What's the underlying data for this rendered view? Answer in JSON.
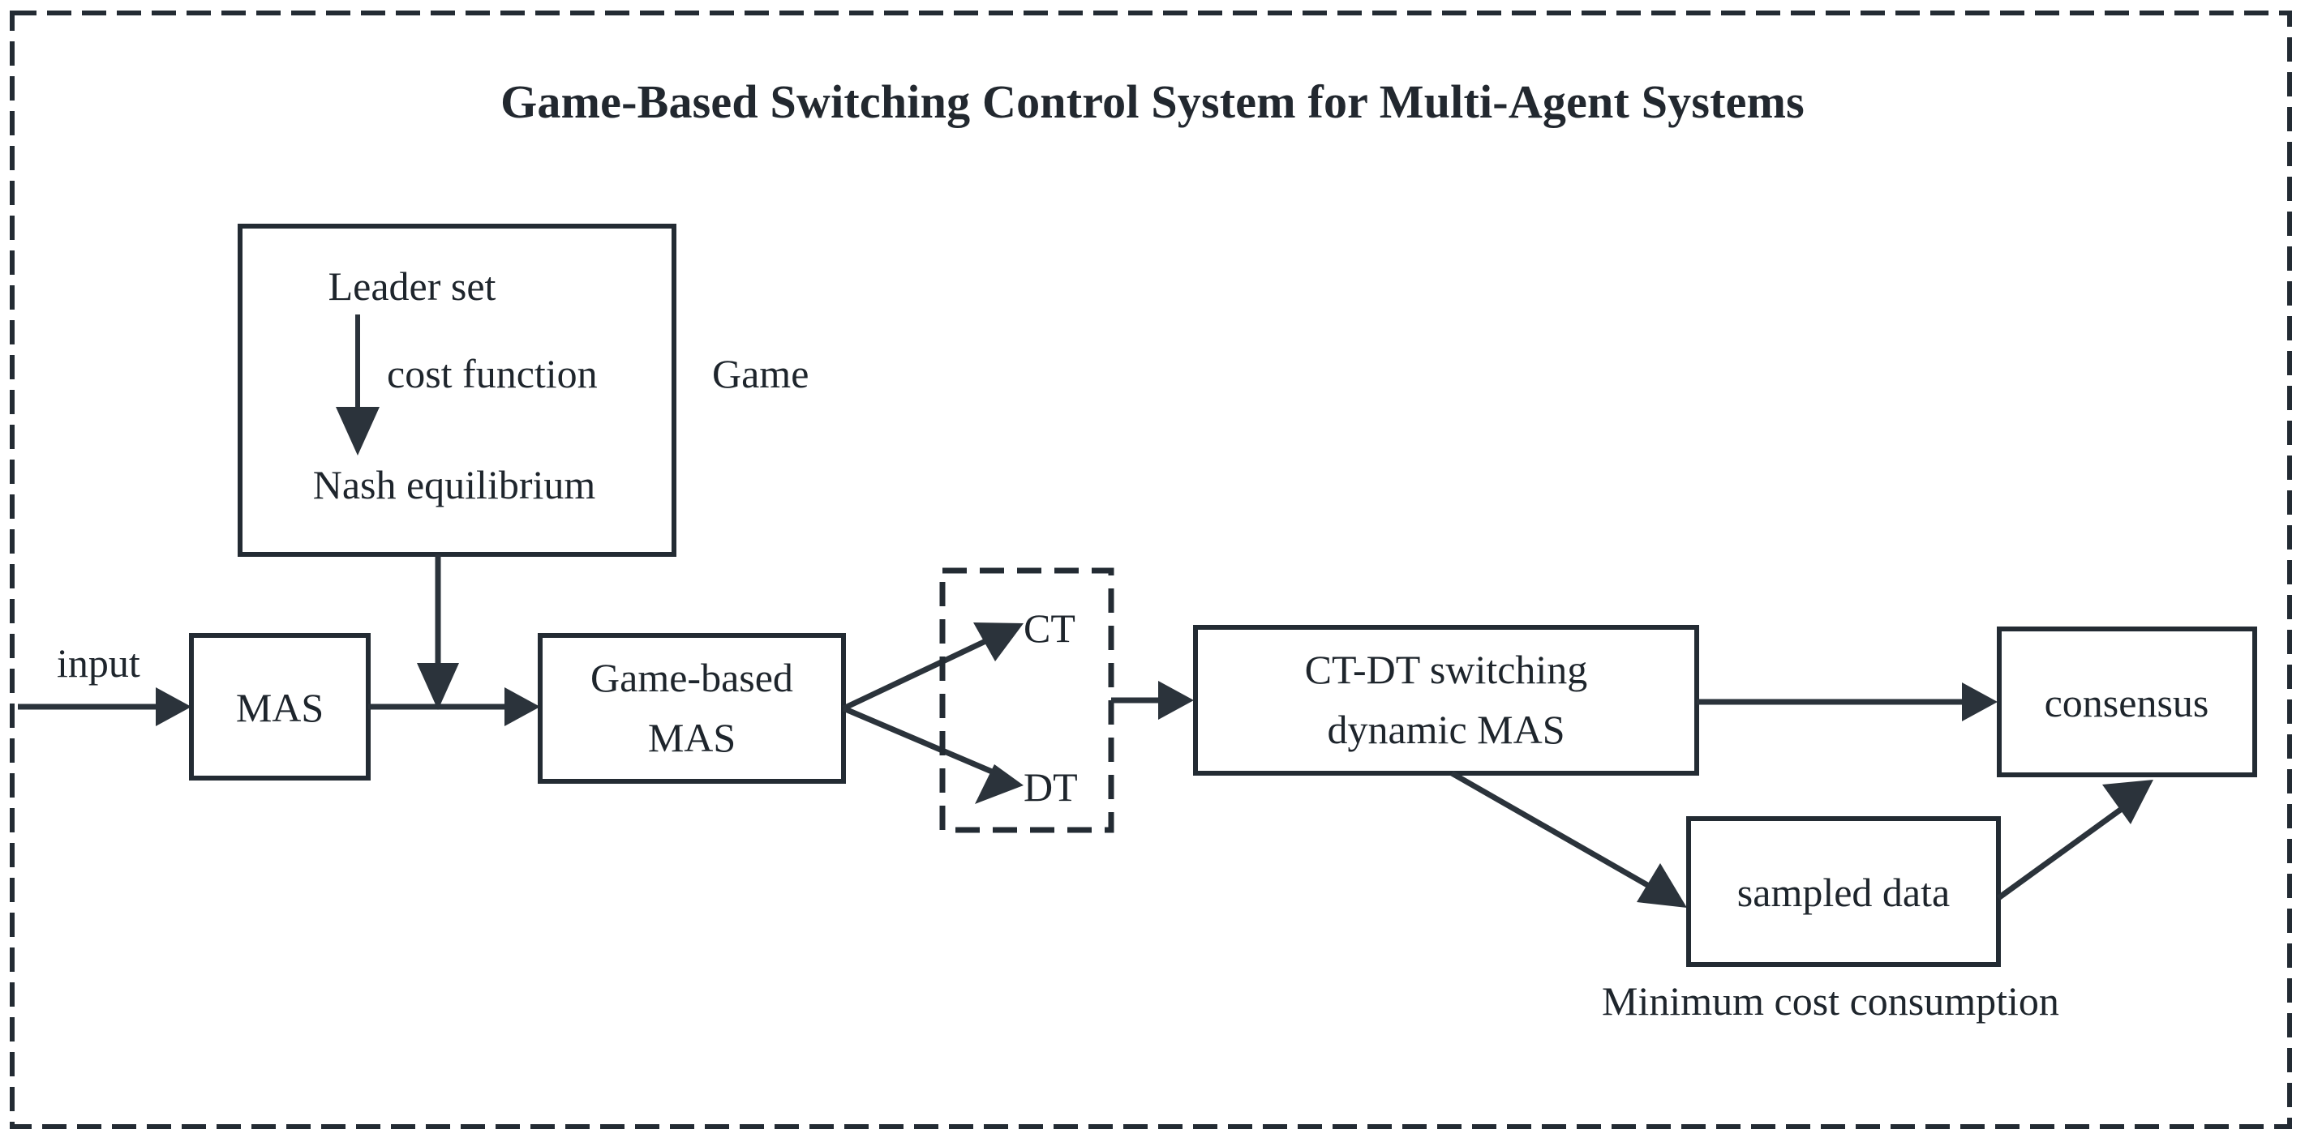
{
  "figure": {
    "title": "Game-Based Switching Control System for Multi-Agent Systems",
    "outer_frame_style": "dashed",
    "background_color": "#ffffff",
    "line_color": "#232b33"
  },
  "labels": {
    "input": "input",
    "game": "Game",
    "ct": "CT",
    "dt": "DT",
    "cost_function": "cost function",
    "minimum_cost": "Minimum cost consumption"
  },
  "game_box": {
    "title_inside_top": "Leader set",
    "title_inside_bottom": "Nash equilibrium",
    "edge_label": "cost function",
    "outside_label": "Game"
  },
  "nodes": [
    {
      "id": "mas",
      "label": "MAS"
    },
    {
      "id": "game-based-mas",
      "label_line1": "Game-based",
      "label_line2": "MAS"
    },
    {
      "id": "ct-dt-switching",
      "label_line1": "CT-DT switching",
      "label_line2": "dynamic MAS"
    },
    {
      "id": "consensus",
      "label": "consensus"
    },
    {
      "id": "sampled-data",
      "label": "sampled data"
    }
  ],
  "switch_group": {
    "style": "dashed",
    "options": [
      "CT",
      "DT"
    ]
  },
  "edges": [
    {
      "from": "input",
      "to": "mas",
      "label": "input"
    },
    {
      "from": "mas",
      "to": "game-based-mas",
      "label": ""
    },
    {
      "from": "game-box",
      "to": "mas-to-game-based-link",
      "label": ""
    },
    {
      "from": "game-based-mas",
      "to": "CT",
      "label": ""
    },
    {
      "from": "game-based-mas",
      "to": "DT",
      "label": ""
    },
    {
      "from": "switch-group",
      "to": "ct-dt-switching",
      "label": ""
    },
    {
      "from": "ct-dt-switching",
      "to": "consensus",
      "label": ""
    },
    {
      "from": "ct-dt-switching",
      "to": "sampled-data",
      "label": ""
    },
    {
      "from": "sampled-data",
      "to": "consensus",
      "label": ""
    }
  ]
}
